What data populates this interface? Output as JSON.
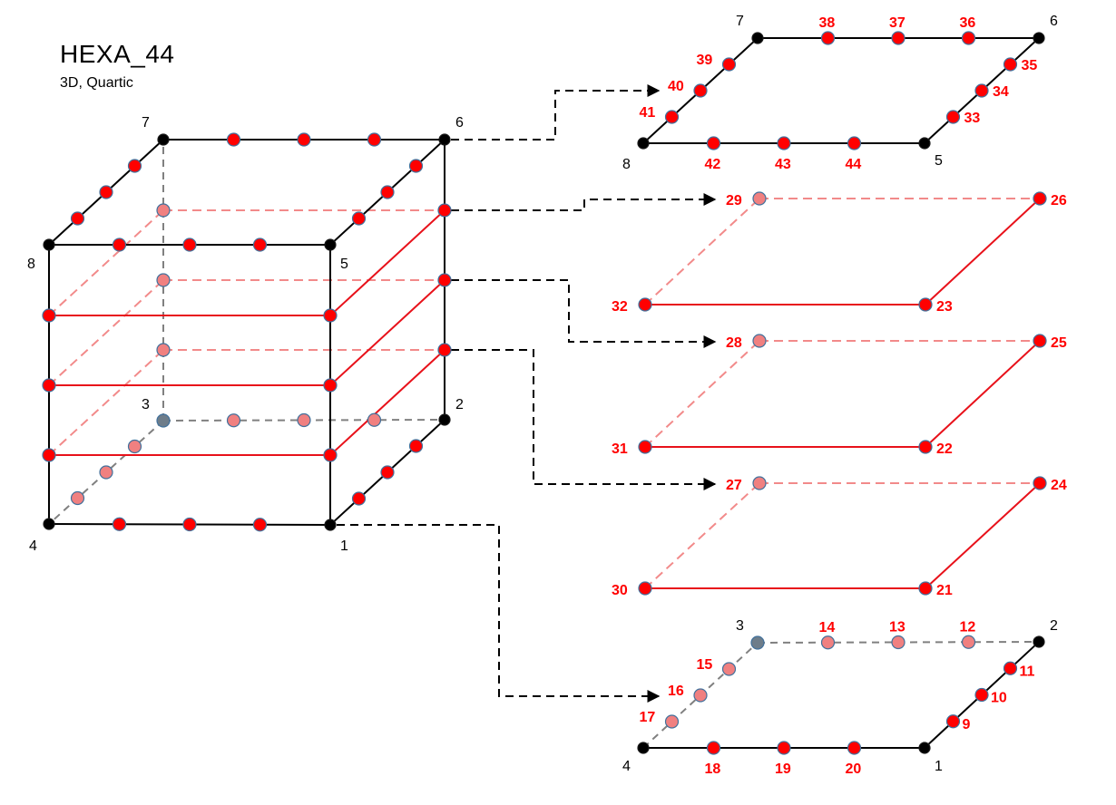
{
  "diagram": {
    "title": "HEXA_44",
    "subtitle": "3D, Quartic",
    "colors": {
      "black": "#000000",
      "red": "#ff0000",
      "red_line": "#e8111a",
      "pink_line": "#f28a8a",
      "gray_line": "#808080",
      "pink_node": "#f08080",
      "gray_node": "#6e7d8a",
      "node_stroke": "#41719c"
    },
    "cube": {
      "corner_labels": {
        "c1": "1",
        "c2": "2",
        "c3": "3",
        "c4": "4",
        "c5": "5",
        "c6": "6",
        "c7": "7",
        "c8": "8"
      }
    },
    "layers": {
      "top": {
        "labels": [
          "5",
          "6",
          "7",
          "8",
          "33",
          "34",
          "35",
          "36",
          "37",
          "38",
          "39",
          "40",
          "41",
          "42",
          "43",
          "44"
        ]
      },
      "mid3": {
        "labels": [
          "23",
          "26",
          "29",
          "32"
        ]
      },
      "mid2": {
        "labels": [
          "22",
          "25",
          "28",
          "31"
        ]
      },
      "mid1": {
        "labels": [
          "21",
          "24",
          "27",
          "30"
        ]
      },
      "bottom": {
        "labels": [
          "1",
          "2",
          "3",
          "4",
          "9",
          "10",
          "11",
          "12",
          "13",
          "14",
          "15",
          "16",
          "17",
          "18",
          "19",
          "20"
        ]
      }
    }
  }
}
